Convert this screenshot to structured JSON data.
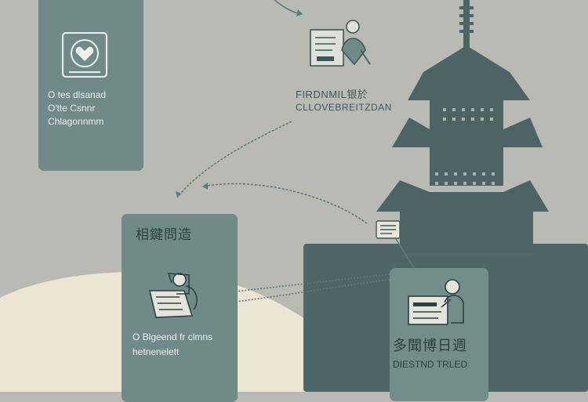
{
  "colors": {
    "background": "#b9bab4",
    "card": "#6f8a89",
    "pagoda": "#4c6466",
    "hill": "#ede5d4",
    "line": "#5e7a7b"
  },
  "top_card": {
    "lines": [
      "O tes dlsanad",
      "O'tte Csnnr",
      "Chlagonnmm"
    ],
    "icon": "heart-frame-icon"
  },
  "center_label": {
    "line1": "FIRDNMIL银於",
    "line2": "CLLOVEBREITZDAN",
    "icon": "person-document-icon"
  },
  "lower_card": {
    "title": "相鍵問造",
    "lines": [
      "O Blgeend fr clmns",
      "hetnenelett"
    ],
    "icon": "person-laptop-icon"
  },
  "right_card": {
    "title": "多聞博日週",
    "subtitle": "DIESTND TRLED",
    "icon": "person-chart-icon"
  },
  "pagoda_icon": "scroll-icon"
}
